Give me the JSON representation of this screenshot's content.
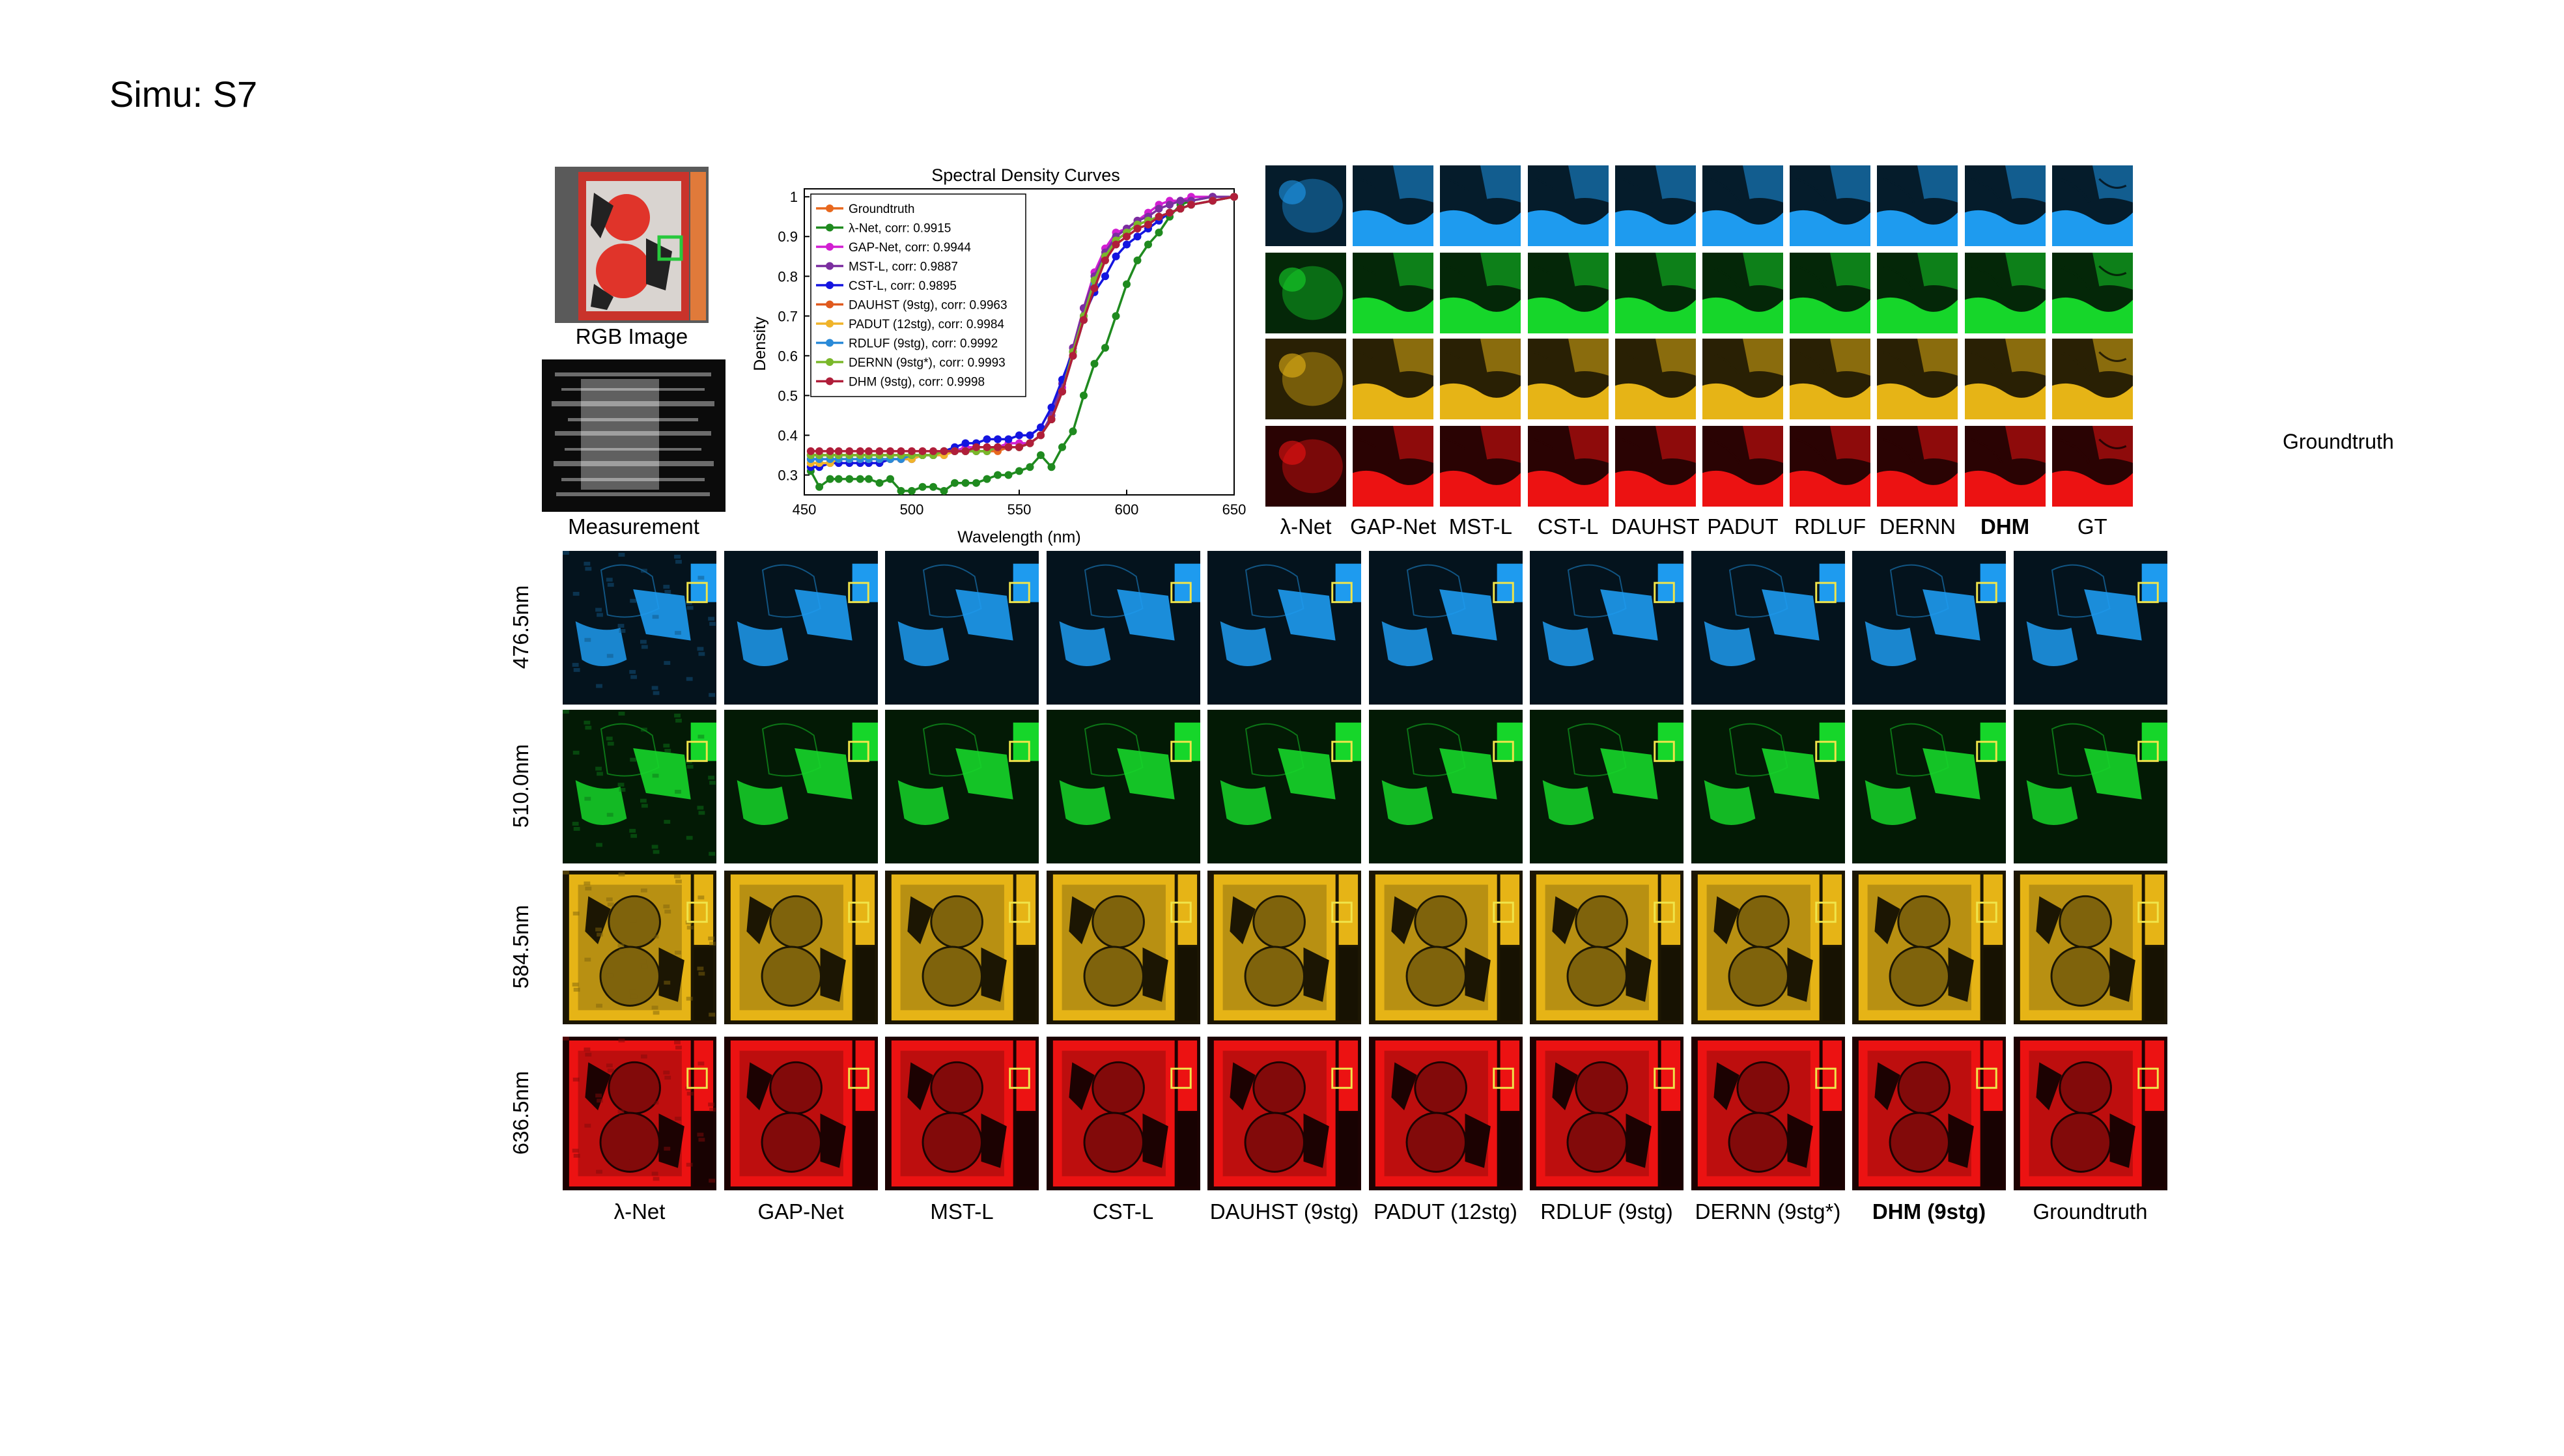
{
  "slide_title": "Simu: S7",
  "side_label": "Groundtruth",
  "rgb_caption": "RGB Image",
  "measurement_caption": "Measurement",
  "patch_captions": [
    "λ-Net",
    "GAP-Net",
    "MST-L",
    "CST-L",
    "DAUHST",
    "PADUT",
    "RDLUF",
    "DERNN",
    "DHM",
    "GT"
  ],
  "grid_captions": [
    "λ-Net",
    "GAP-Net",
    "MST-L",
    "CST-L",
    "DAUHST (9stg)",
    "PADUT (12stg)",
    "RDLUF (9stg)",
    "DERNN (9stg*)",
    "DHM (9stg)",
    "Groundtruth"
  ],
  "wavelength_rows": [
    "476.5nm",
    "510.0nm",
    "584.5nm",
    "636.5nm"
  ],
  "band_colors": [
    "#1e9bef",
    "#16d62a",
    "#e6b416",
    "#ec1212"
  ],
  "chart_data": {
    "type": "line",
    "title": "Spectral Density Curves",
    "xlabel": "Wavelength (nm)",
    "ylabel": "Density",
    "xlim": [
      450,
      650
    ],
    "ylim": [
      0.25,
      1.02
    ],
    "xticks": [
      "450",
      "500",
      "550",
      "600",
      "650"
    ],
    "yticks": [
      "0.3",
      "0.4",
      "0.5",
      "0.6",
      "0.7",
      "0.8",
      "0.9",
      "1"
    ],
    "grid": false,
    "legend_position": "top-left",
    "x": [
      453,
      457,
      462,
      466,
      471,
      476,
      480,
      485,
      490,
      495,
      500,
      505,
      510,
      515,
      520,
      525,
      530,
      535,
      540,
      545,
      550,
      555,
      560,
      565,
      570,
      575,
      580,
      585,
      590,
      595,
      600,
      605,
      610,
      615,
      620,
      625,
      630,
      640,
      650
    ],
    "series": [
      {
        "name": "Groundtruth",
        "color": "#e8681e",
        "values": [
          0.35,
          0.35,
          0.35,
          0.35,
          0.35,
          0.35,
          0.35,
          0.35,
          0.35,
          0.35,
          0.35,
          0.35,
          0.35,
          0.36,
          0.36,
          0.36,
          0.36,
          0.36,
          0.36,
          0.37,
          0.37,
          0.38,
          0.4,
          0.44,
          0.51,
          0.6,
          0.69,
          0.78,
          0.85,
          0.89,
          0.91,
          0.93,
          0.94,
          0.95,
          0.96,
          0.97,
          0.98,
          0.99,
          1.0
        ]
      },
      {
        "name": "λ-Net, corr: 0.9915",
        "color": "#1f8a1f",
        "values": [
          0.31,
          0.27,
          0.29,
          0.29,
          0.29,
          0.29,
          0.29,
          0.28,
          0.29,
          0.26,
          0.26,
          0.27,
          0.27,
          0.26,
          0.28,
          0.28,
          0.28,
          0.29,
          0.3,
          0.3,
          0.31,
          0.32,
          0.35,
          0.32,
          0.37,
          0.41,
          0.5,
          0.58,
          0.62,
          0.7,
          0.78,
          0.84,
          0.88,
          0.91,
          0.95,
          0.98,
          0.99,
          1.0,
          1.0
        ]
      },
      {
        "name": "GAP-Net, corr: 0.9944",
        "color": "#d21ed2",
        "values": [
          0.34,
          0.34,
          0.34,
          0.34,
          0.34,
          0.34,
          0.34,
          0.34,
          0.34,
          0.34,
          0.34,
          0.35,
          0.35,
          0.35,
          0.36,
          0.37,
          0.37,
          0.37,
          0.37,
          0.38,
          0.38,
          0.38,
          0.4,
          0.45,
          0.52,
          0.62,
          0.72,
          0.81,
          0.87,
          0.91,
          0.92,
          0.94,
          0.96,
          0.98,
          0.99,
          0.99,
          1.0,
          1.0,
          1.0
        ]
      },
      {
        "name": "MST-L, corr: 0.9887",
        "color": "#7b2ea0",
        "values": [
          0.35,
          0.35,
          0.35,
          0.35,
          0.35,
          0.35,
          0.35,
          0.35,
          0.35,
          0.35,
          0.35,
          0.35,
          0.35,
          0.36,
          0.36,
          0.36,
          0.36,
          0.36,
          0.37,
          0.37,
          0.37,
          0.38,
          0.4,
          0.45,
          0.53,
          0.62,
          0.72,
          0.8,
          0.86,
          0.9,
          0.92,
          0.94,
          0.95,
          0.97,
          0.98,
          0.99,
          0.99,
          1.0,
          1.0
        ]
      },
      {
        "name": "CST-L, corr: 0.9895",
        "color": "#1414e0",
        "values": [
          0.32,
          0.32,
          0.33,
          0.33,
          0.33,
          0.33,
          0.33,
          0.33,
          0.34,
          0.34,
          0.34,
          0.35,
          0.35,
          0.36,
          0.37,
          0.38,
          0.38,
          0.39,
          0.39,
          0.39,
          0.4,
          0.4,
          0.42,
          0.47,
          0.54,
          0.61,
          0.7,
          0.76,
          0.8,
          0.85,
          0.88,
          0.9,
          0.92,
          0.94,
          0.96,
          0.97,
          0.98,
          0.99,
          1.0
        ]
      },
      {
        "name": "DAUHST (9stg), corr: 0.9963",
        "color": "#e05a1e",
        "values": [
          0.35,
          0.35,
          0.35,
          0.35,
          0.35,
          0.35,
          0.35,
          0.35,
          0.35,
          0.35,
          0.35,
          0.35,
          0.35,
          0.36,
          0.36,
          0.36,
          0.36,
          0.36,
          0.37,
          0.37,
          0.37,
          0.38,
          0.4,
          0.44,
          0.51,
          0.6,
          0.69,
          0.78,
          0.85,
          0.89,
          0.91,
          0.93,
          0.94,
          0.95,
          0.96,
          0.97,
          0.98,
          0.99,
          1.0
        ]
      },
      {
        "name": "PADUT (12stg), corr: 0.9984",
        "color": "#f0b42a",
        "values": [
          0.33,
          0.33,
          0.33,
          0.34,
          0.34,
          0.34,
          0.34,
          0.34,
          0.34,
          0.34,
          0.34,
          0.35,
          0.35,
          0.35,
          0.36,
          0.36,
          0.36,
          0.36,
          0.37,
          0.37,
          0.37,
          0.38,
          0.4,
          0.44,
          0.51,
          0.6,
          0.69,
          0.78,
          0.85,
          0.89,
          0.91,
          0.93,
          0.94,
          0.95,
          0.96,
          0.97,
          0.98,
          0.99,
          1.0
        ]
      },
      {
        "name": "RDLUF (9stg), corr: 0.9992",
        "color": "#2a8ad8",
        "values": [
          0.34,
          0.34,
          0.34,
          0.34,
          0.34,
          0.34,
          0.34,
          0.34,
          0.34,
          0.34,
          0.35,
          0.35,
          0.35,
          0.36,
          0.36,
          0.36,
          0.36,
          0.36,
          0.37,
          0.37,
          0.37,
          0.38,
          0.4,
          0.44,
          0.51,
          0.6,
          0.69,
          0.78,
          0.85,
          0.89,
          0.91,
          0.93,
          0.94,
          0.95,
          0.96,
          0.97,
          0.98,
          0.99,
          1.0
        ]
      },
      {
        "name": "DERNN (9stg*), corr: 0.9993",
        "color": "#7ab82a",
        "values": [
          0.35,
          0.35,
          0.35,
          0.35,
          0.35,
          0.35,
          0.35,
          0.35,
          0.35,
          0.35,
          0.35,
          0.35,
          0.35,
          0.36,
          0.36,
          0.36,
          0.36,
          0.36,
          0.37,
          0.37,
          0.37,
          0.38,
          0.4,
          0.44,
          0.51,
          0.61,
          0.7,
          0.79,
          0.85,
          0.89,
          0.91,
          0.93,
          0.94,
          0.95,
          0.96,
          0.97,
          0.98,
          0.99,
          1.0
        ]
      },
      {
        "name": "DHM (9stg), corr: 0.9998",
        "color": "#b01e3a",
        "values": [
          0.36,
          0.36,
          0.36,
          0.36,
          0.36,
          0.36,
          0.36,
          0.36,
          0.36,
          0.36,
          0.36,
          0.36,
          0.36,
          0.36,
          0.36,
          0.36,
          0.37,
          0.37,
          0.37,
          0.37,
          0.37,
          0.38,
          0.4,
          0.44,
          0.51,
          0.6,
          0.69,
          0.77,
          0.84,
          0.88,
          0.9,
          0.92,
          0.93,
          0.95,
          0.96,
          0.97,
          0.98,
          0.99,
          1.0
        ]
      }
    ]
  }
}
